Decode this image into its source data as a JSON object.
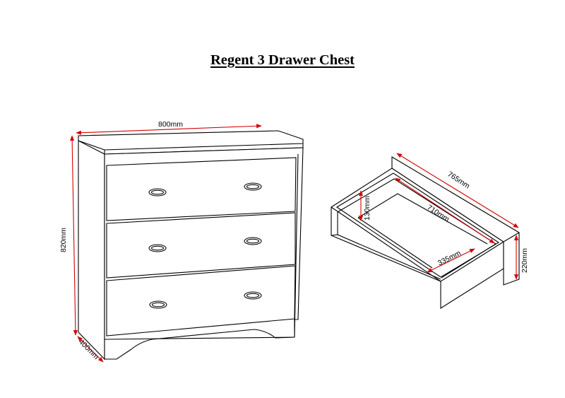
{
  "title": "Regent 3 Drawer Chest",
  "dimensions": {
    "chest_width": "800mm",
    "chest_height": "820mm",
    "chest_depth": "400mm",
    "drawer_length": "765mm",
    "drawer_height": "220mm",
    "drawer_inner_depth": "710mm",
    "drawer_inner_width": "335mm",
    "drawer_inner_height": "130mm"
  },
  "colors": {
    "dimension_line": "#d40000",
    "outline": "#000000"
  }
}
